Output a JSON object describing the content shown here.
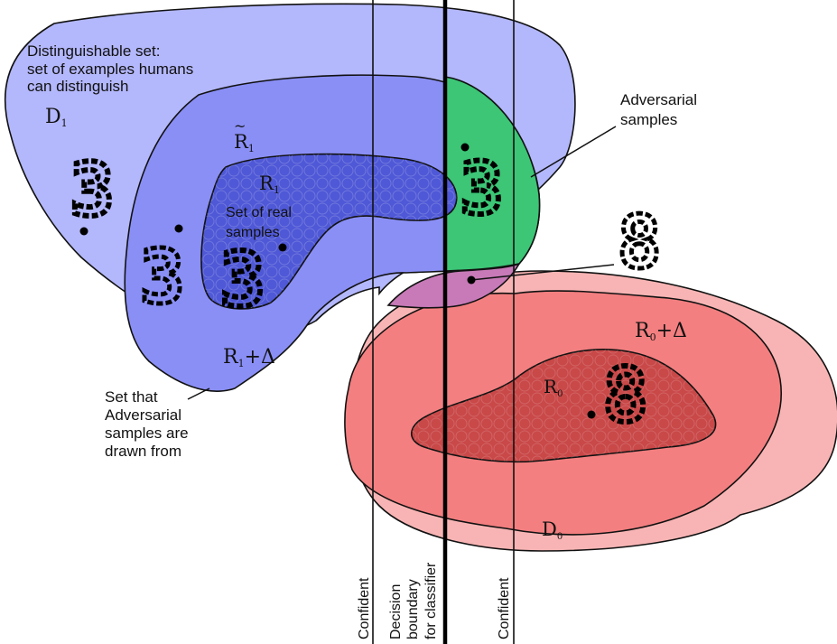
{
  "labels": {
    "distinguishable_set": [
      "Distinguishable set:",
      "set of examples humans",
      "can distinguish"
    ],
    "D1": "D",
    "D1_sub": "1",
    "R1_tilde": "R",
    "R1_tilde_sub": "1",
    "R1": "R",
    "R1_sub": "1",
    "real_samples": [
      "Set of real",
      "samples"
    ],
    "R1_delta": "R",
    "R1_delta_sub": "1",
    "R1_delta_suffix": "+Δ",
    "set_from": [
      "Set that",
      "Adversarial",
      "samples are",
      "drawn from"
    ],
    "adversarial": [
      "Adversarial",
      "samples"
    ],
    "R0_delta": "R",
    "R0_delta_sub": "0",
    "R0_delta_suffix": "+Δ",
    "R0": "R",
    "R0_sub": "0",
    "D0": "D",
    "D0_sub": "0",
    "confident_left": "Confident",
    "decision_boundary": [
      "Decision",
      "boundary",
      "for classifier"
    ],
    "confident_right": "Confident"
  },
  "digits": [
    "3",
    "3",
    "3",
    "3",
    "8",
    "8"
  ],
  "colors": {
    "D1": "#b3b7fb",
    "R1_delta": "#8a8ff6",
    "R1": "#4f58d6",
    "adversarial_green": "#3cc676",
    "overlap_purple": "#c77ab7",
    "D0": "#f8b4b4",
    "R0_delta": "#f37f80",
    "R0": "#c94848"
  }
}
